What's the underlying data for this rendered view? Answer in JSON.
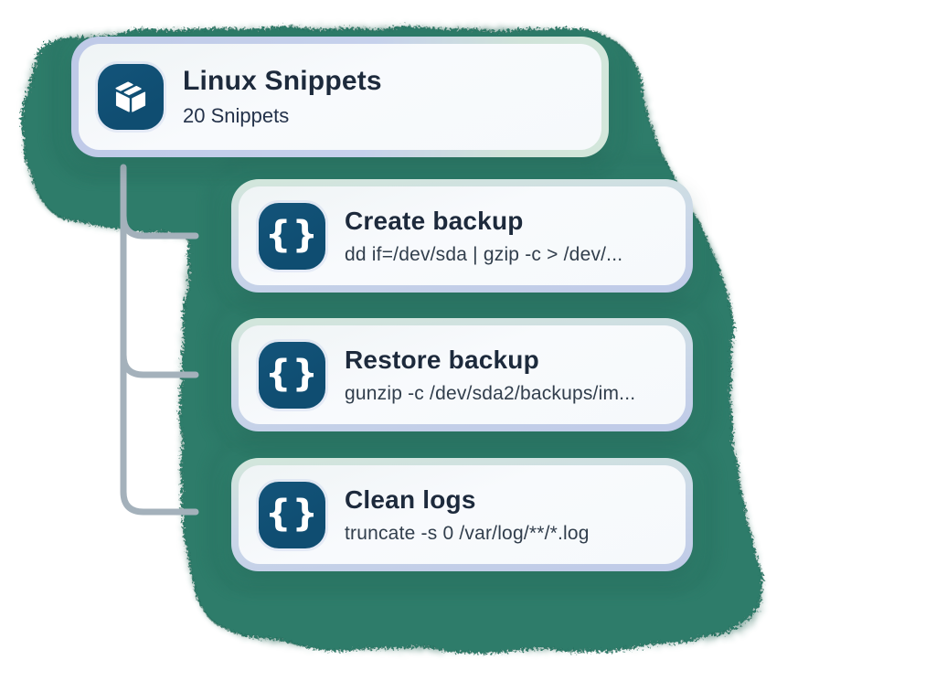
{
  "colors": {
    "blob": "#2E7C6B",
    "blob-edge": "#256857",
    "blob-echo": "#27705E",
    "ring-lavender": "#BFCAE8",
    "ring-mint": "#D3E7DB",
    "card-fill": "#F8FAFD",
    "icon-tile": "#0F4D71",
    "icon-glyph": "#FFFFFF",
    "title-text": "#1D2A3C",
    "subtitle-text": "#24324A",
    "code-text": "#313E4C",
    "connector": "#A4B1BB"
  },
  "parent_card": {
    "title": "Linux Snippets",
    "subtitle": "20 Snippets",
    "icon": "package-box-icon"
  },
  "snippets": [
    {
      "title": "Create backup",
      "command": "dd if=/dev/sda | gzip -c  > /dev/...",
      "glyph": "{}"
    },
    {
      "title": "Restore backup",
      "command": "gunzip -c /dev/sda2/backups/im...",
      "glyph": "{}"
    },
    {
      "title": "Clean logs",
      "command": "truncate -s 0 /var/log/**/*.log",
      "glyph": "{}"
    }
  ]
}
